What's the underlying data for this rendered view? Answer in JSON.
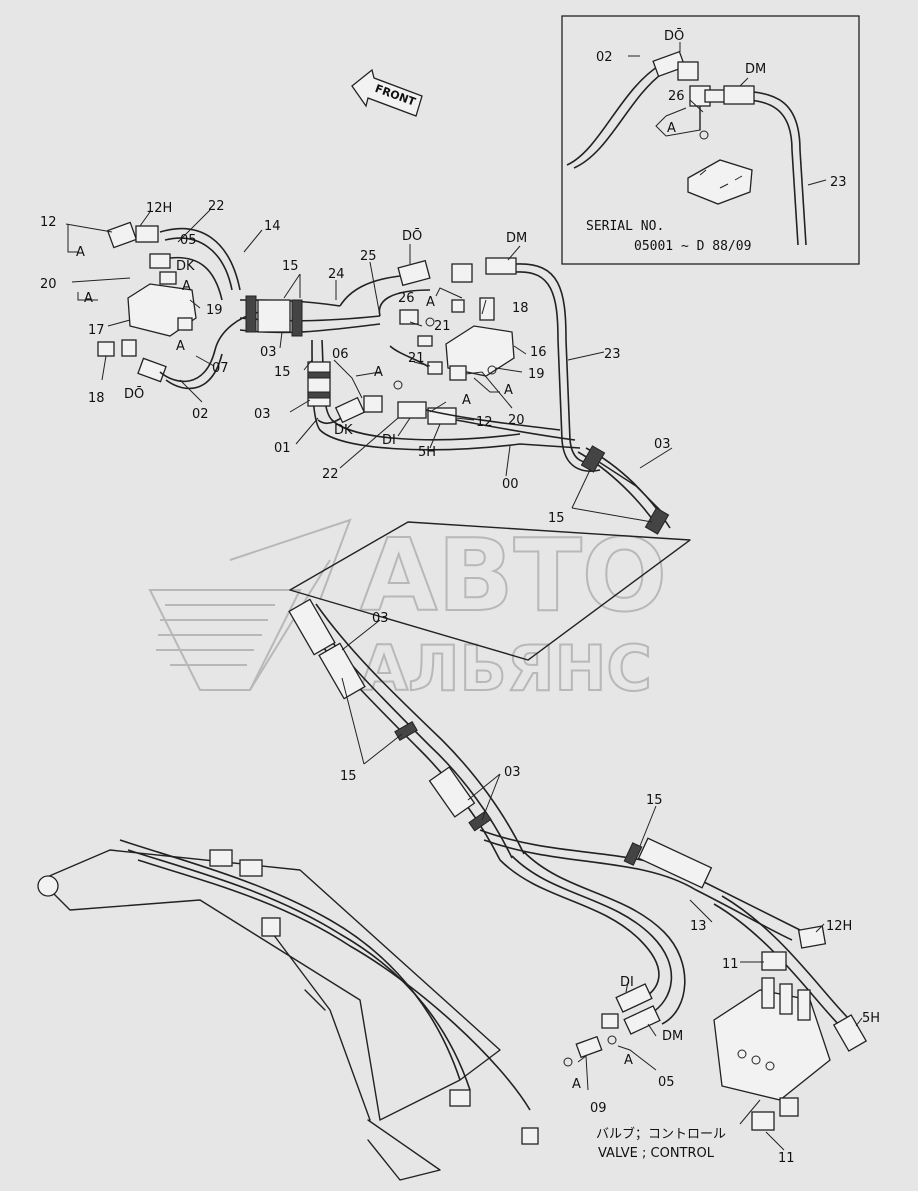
{
  "front_arrow": "FRONT",
  "watermark": {
    "line1": "АВТО",
    "line2": "АЛЬЯНС"
  },
  "inset": {
    "serial_label": "SERIAL  NO.",
    "serial_range": "05001 ~ D 88/09",
    "labels": {
      "do": "DŌ",
      "o2": "02",
      "dm": "DM",
      "p26": "26",
      "a": "A",
      "p23": "23"
    }
  },
  "caption": {
    "jp": "バルブ；コントロール",
    "en": "VALVE ; CONTROL"
  },
  "parts": {
    "p12": "12",
    "p12h": "12H",
    "p22": "22",
    "p14": "14",
    "p05": "05",
    "dk": "DK",
    "a": "A",
    "p20": "20",
    "p19": "19",
    "p17": "17",
    "p07": "07",
    "p18": "18",
    "do": "DŌ",
    "p02": "02",
    "p15": "15",
    "p03": "03",
    "p24": "24",
    "p25": "25",
    "p26": "26",
    "dm": "DM",
    "p21": "21",
    "p16": "16",
    "p23": "23",
    "p06": "06",
    "p01": "01",
    "di": "DI",
    "p5h": "5H",
    "p00": "00",
    "p11": "11",
    "p13": "13",
    "p09": "09"
  }
}
